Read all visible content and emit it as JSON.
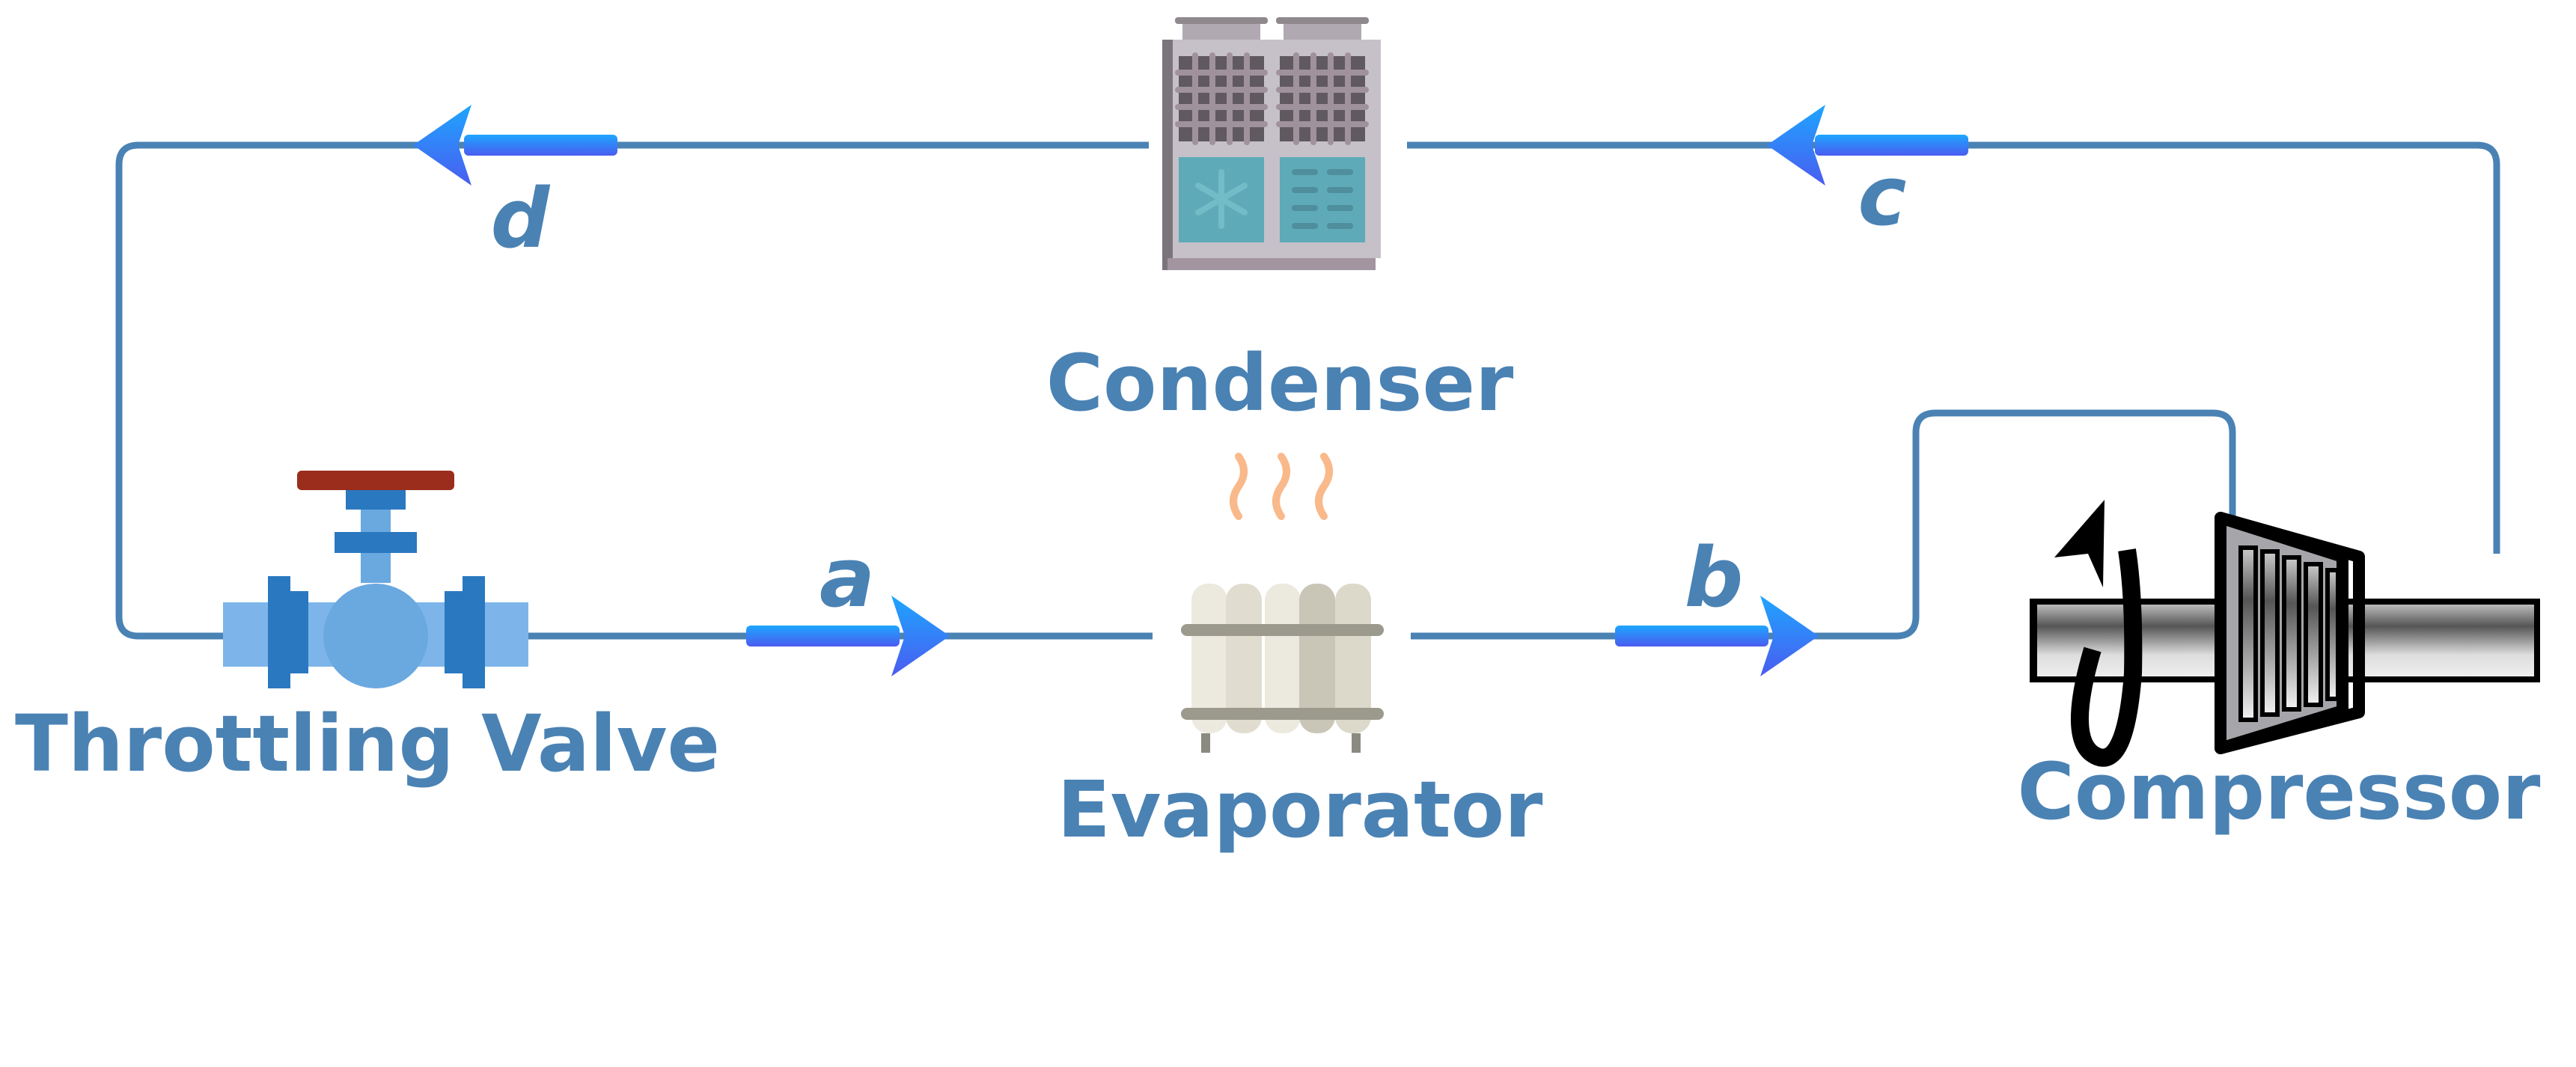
{
  "diagram": {
    "type": "vapor-compression refrigeration cycle",
    "components": {
      "condenser": "Condenser",
      "evaporator": "Evaporator",
      "compressor": "Compressor",
      "throttling_valve": "Throttling Valve"
    },
    "states": {
      "a": "a",
      "b": "b",
      "c": "c",
      "d": "d"
    },
    "colors": {
      "pipe": "#4a82b4",
      "label": "#4a82b4",
      "arrow_start": "#1e9bff",
      "arrow_end": "#4a5cf0"
    }
  }
}
